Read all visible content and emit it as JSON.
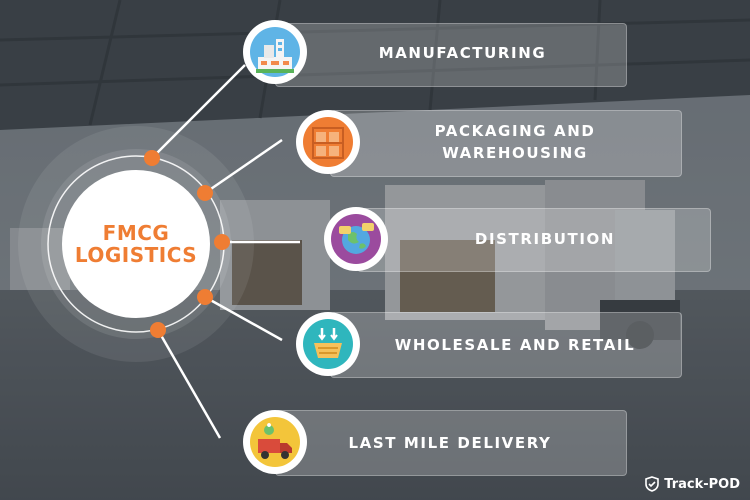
{
  "hub": {
    "title_line1": "FMCG",
    "title_line2": "LOGISTICS"
  },
  "steps": [
    {
      "label": "MANUFACTURING",
      "icon": "factory-icon"
    },
    {
      "label_line1": "PACKAGING AND",
      "label_line2": "WAREHOUSING",
      "icon": "warehouse-boxes-icon"
    },
    {
      "label": "DISTRIBUTION",
      "icon": "globe-chat-icon"
    },
    {
      "label": "WHOLESALE AND RETAIL",
      "icon": "shopping-basket-icon"
    },
    {
      "label": "LAST MILE DELIVERY",
      "icon": "delivery-truck-icon"
    }
  ],
  "brand": {
    "name": "Track-POD",
    "icon": "checkmark-shield-icon"
  },
  "colors": {
    "accent": "#ef7d33",
    "panel": "rgba(255,255,255,0.22)",
    "text": "#ffffff",
    "background": "#5d656c"
  }
}
